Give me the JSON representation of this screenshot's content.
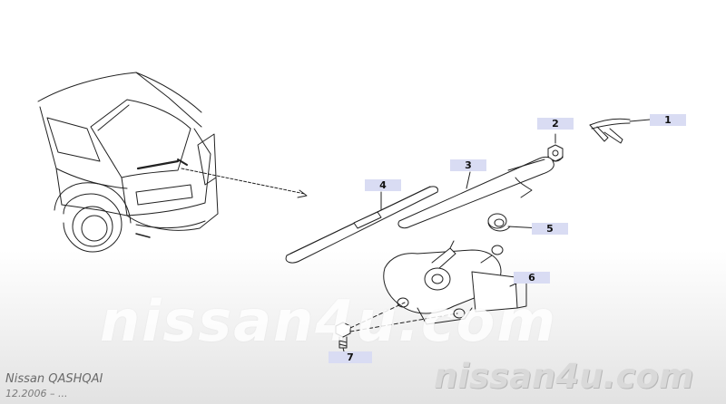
{
  "callouts": [
    "1",
    "2",
    "3",
    "4",
    "5",
    "6",
    "7"
  ],
  "watermark_text": "nissan4u.com",
  "brand_text": "nissan4u.com",
  "model_text": "Nissan QASHQAI",
  "date_text": "12.2006 – ...",
  "colors": {
    "callout_bg": "#d9dcf3",
    "line": "#222222",
    "brand": "#d9d9d9"
  }
}
